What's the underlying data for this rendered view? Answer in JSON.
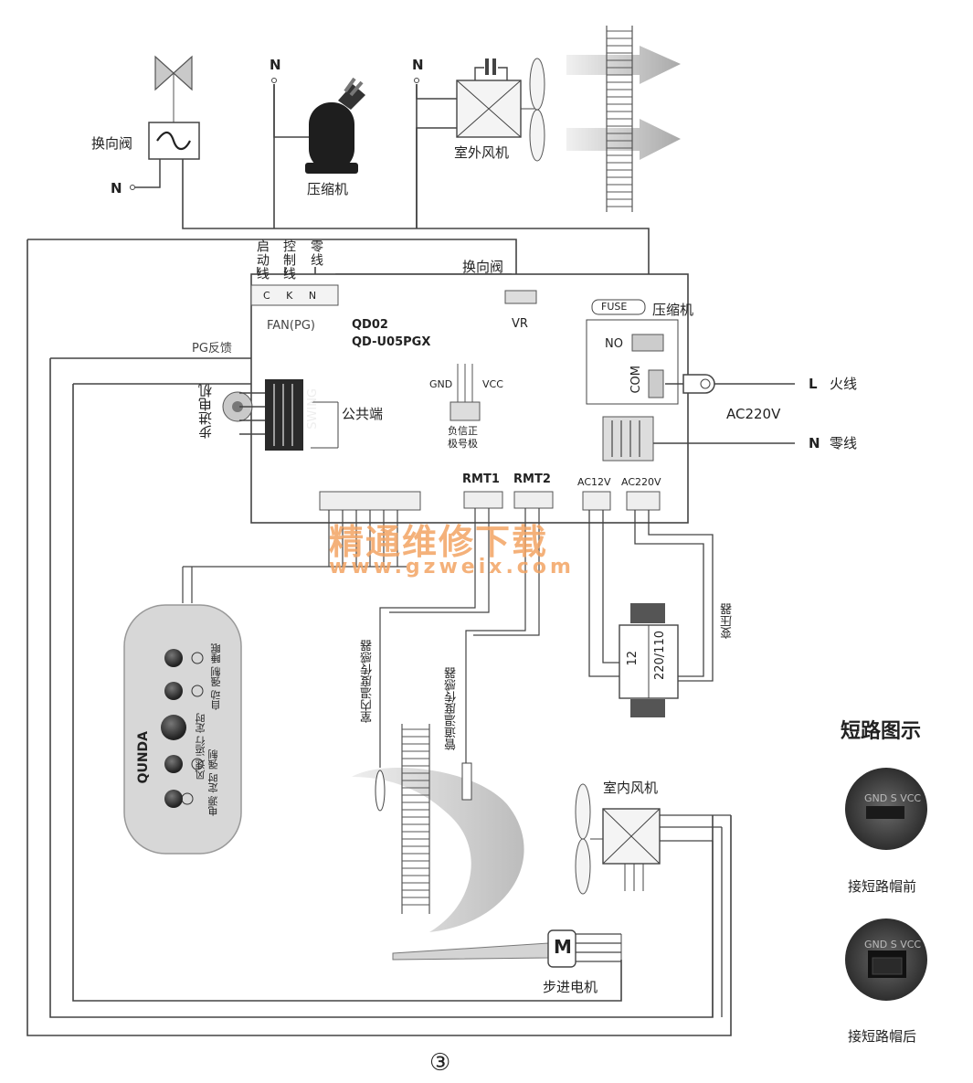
{
  "labels": {
    "reversing_valve": "换向阀",
    "neutral": "N",
    "compressor": "压缩机",
    "outdoor_fan": "室外风机",
    "start_wire": "启动线",
    "control_wire": "控制线",
    "neutral_wire": "零线",
    "valve_on_board": "换向阀",
    "pins_ckn": "C K N",
    "fan_pg": "FAN(PG)",
    "model_a": "QD02",
    "model_b": "QD-U05PGX",
    "vr": "VR",
    "fuse": "FUSE",
    "compressor_on_board": "压缩机",
    "no": "NO",
    "com": "COM",
    "pg_feedback": "PG反馈",
    "gnd": "GND",
    "vcc": "VCC",
    "polarity_a": "负信正",
    "polarity_b": "极号极",
    "stepper_left": "步进电机",
    "swing": "SWING",
    "common": "公共端",
    "live_l": "L",
    "live": "火线",
    "ac220v": "AC220V",
    "neutral_n": "N",
    "neutral_line": "零线",
    "rmt1": "RMT1",
    "rmt2": "RMT2",
    "ac12v": "AC12V",
    "ac220v_conn": "AC220V",
    "watermark_cn": "精通维修下载",
    "watermark_url": "www.gzweix.com",
    "indoor_temp_sensor": "室内温度传感器",
    "pipe_temp_sensor": "管道温度传感器",
    "transformer": "变压器",
    "xfmr_12": "12",
    "xfmr_220": "220/110",
    "indoor_fan": "室内风机",
    "motor_m": "M",
    "stepper_bottom": "步进电机",
    "brand": "QUNDA",
    "remote_r1": "自动 强制 睡眠",
    "remote_r2": "风速 运行 定时",
    "remote_r3": "电源 定时 强制",
    "short_title": "短路图示",
    "short_before": "接短路帽前",
    "short_after": "接短路帽后",
    "chip_label": "GND S VCC",
    "page_number": "③"
  },
  "colors": {
    "line": "#444444",
    "wire_light": "#666666",
    "watermark": "#f3a463",
    "remote": "#d8d8d8",
    "board": "#ffffff"
  }
}
